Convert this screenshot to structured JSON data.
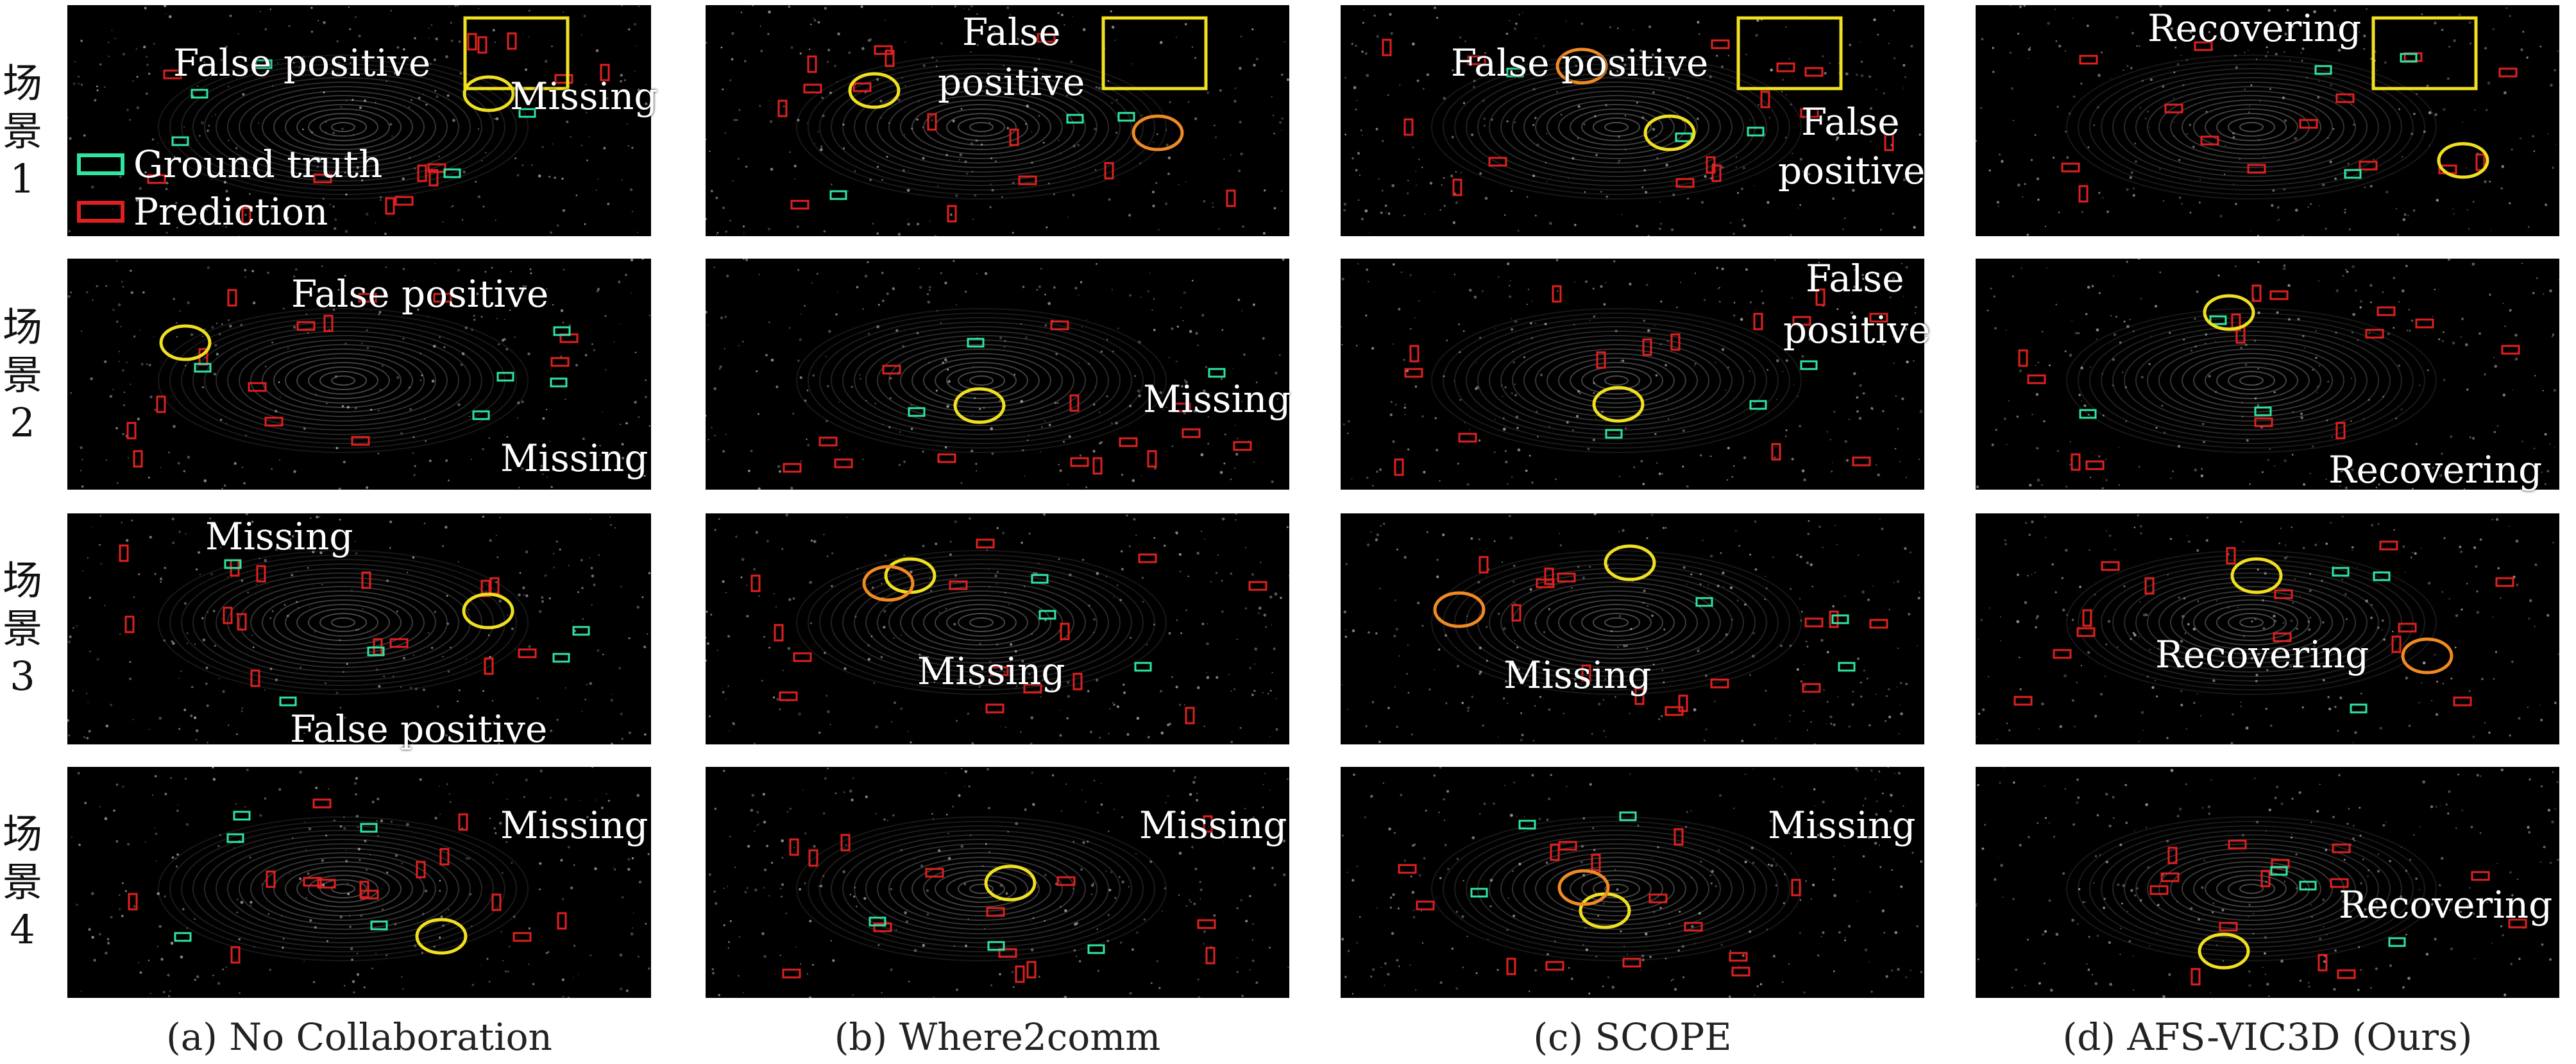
{
  "colors": {
    "ground_truth": "#2ee6a0",
    "prediction": "#e02020",
    "highlight_yellow": "#f0e020",
    "highlight_orange": "#f08a24"
  },
  "row_labels": [
    [
      "场",
      "景",
      "1"
    ],
    [
      "场",
      "景",
      "2"
    ],
    [
      "场",
      "景",
      "3"
    ],
    [
      "场",
      "景",
      "4"
    ]
  ],
  "captions": [
    "(a) No Collaboration",
    "(b) Where2comm",
    "(c) SCOPE",
    "(d) AFS-VIC3D (Ours)"
  ],
  "legend": {
    "ground_truth": "Ground truth",
    "prediction": "Prediction"
  },
  "annotations": {
    "false_positive": "False positive",
    "false_positive_line1": "False",
    "positive_line2": "positive",
    "missing": "Missing",
    "recovering": "Recovering"
  }
}
